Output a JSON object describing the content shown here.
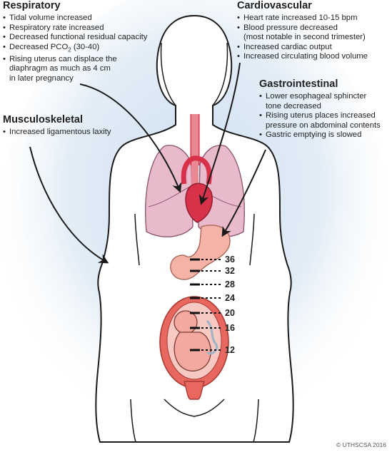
{
  "respiratory": {
    "title": "Respiratory",
    "items": [
      [
        "Tidal volume increased"
      ],
      [
        "Respiratory rate increased"
      ],
      [
        "Decreased functional residual capacity"
      ],
      [
        "Decreased PCO",
        "2",
        " (30-40)"
      ],
      [
        "Rising uterus can displace the",
        "diaphragm as much as 4 cm",
        "in later pregnancy"
      ]
    ]
  },
  "cardiovascular": {
    "title": "Cardiovascular",
    "items": [
      [
        "Heart rate increased 10-15 bpm"
      ],
      [
        "Blood pressure decreased",
        "(most notable in second trimester)"
      ],
      [
        "Increased cardiac output"
      ],
      [
        "Increased circulating blood volume"
      ]
    ]
  },
  "gastrointestinal": {
    "title": "Gastrointestinal",
    "items": [
      [
        "Lower esophageal sphincter",
        "tone decreased"
      ],
      [
        "Rising uterus places increased",
        "pressure on abdominal contents"
      ],
      [
        "Gastric emptying is slowed"
      ]
    ]
  },
  "musculoskeletal": {
    "title": "Musculoskeletal",
    "items": [
      [
        "Increased ligamentous laxity"
      ]
    ]
  },
  "fundal_height_weeks": [
    "36",
    "32",
    "28",
    "24",
    "20",
    "16",
    "12"
  ],
  "copyright": "© UTHSCSA 2016",
  "colors": {
    "glow": "#c9dcef",
    "lung": "#e9b9cc",
    "heart": "#d8324b",
    "stomach": "#f4b3a6",
    "uterus": "#e8675f",
    "fetus": "#f7c9c2"
  }
}
